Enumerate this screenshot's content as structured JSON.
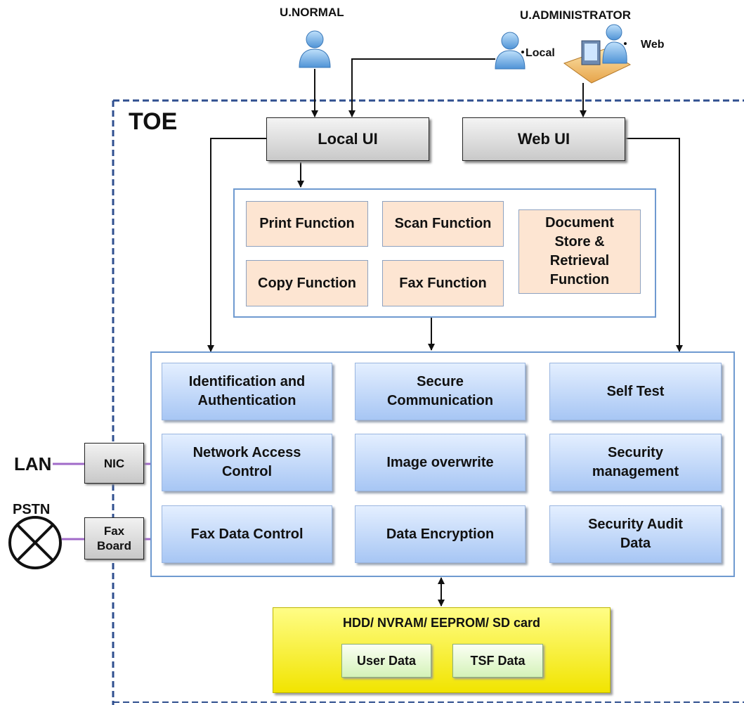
{
  "actors": {
    "normal": "U.NORMAL",
    "administrator": "U.ADMINISTRATOR",
    "local": "Local",
    "web": "Web"
  },
  "toe_label": "TOE",
  "ui": {
    "local": "Local UI",
    "web": "Web UI"
  },
  "functions": {
    "print": "Print Function",
    "scan": "Scan Function",
    "copy": "Copy Function",
    "fax": "Fax Function",
    "document": "Document Store & Retrieval Function"
  },
  "security_functions": {
    "identification": "Identification and Authentication",
    "secure_comm": "Secure Communication",
    "self_test": "Self Test",
    "network_access": "Network Access Control",
    "image_overwrite": "Image overwrite",
    "security_mgmt": "Security management",
    "fax_data": "Fax Data Control",
    "data_encryption": "Data Encryption",
    "audit_data": "Security Audit Data"
  },
  "external": {
    "lan": "LAN",
    "nic": "NIC",
    "pstn": "PSTN",
    "fax_board": "Fax Board"
  },
  "storage": {
    "title": "HDD/ NVRAM/ EEPROM/ SD card",
    "user_data": "User Data",
    "tsf_data": "TSF Data"
  },
  "colors": {
    "toe_border": "#2f4f8f",
    "frame_border": "#6f9ad0",
    "function_fill": "#fde5d2",
    "security_fill": "#a7c6f4",
    "storage_fill": "#f1e400",
    "data_fill": "#d4f2b8",
    "link_line": "#a06ac8"
  }
}
